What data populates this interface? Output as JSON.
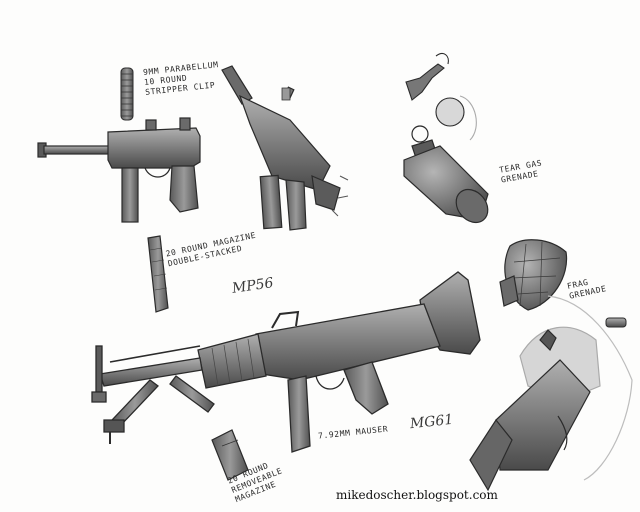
{
  "labels": {
    "stripper_clip": [
      "9mm PARABELLUM",
      "10 ROUND",
      "STRIPPER CLIP"
    ],
    "magazine_20_double": [
      "20 ROUND MAGAZINE",
      "DOUBLE-STACKED"
    ],
    "smg_name": "MP56",
    "tear_gas": [
      "TEAR GAS",
      "GRENADE"
    ],
    "frag": [
      "FRAG",
      "GRENADE"
    ],
    "rifle_name": "MG61",
    "caliber": "7.92mm MAUSER",
    "magazine_20_removable": [
      "20 ROUND",
      "REMOVEABLE",
      "MAGAZINE"
    ]
  },
  "credit": "mikedoscher.blogspot.com",
  "colors": {
    "paper": "#fdfdfc",
    "ink": "#2b2b2b",
    "metal_dark": "#4d4d4d",
    "metal_mid": "#7a7a7a",
    "metal_light": "#a9a9a9",
    "sketch_line": "#bdbdbd"
  }
}
